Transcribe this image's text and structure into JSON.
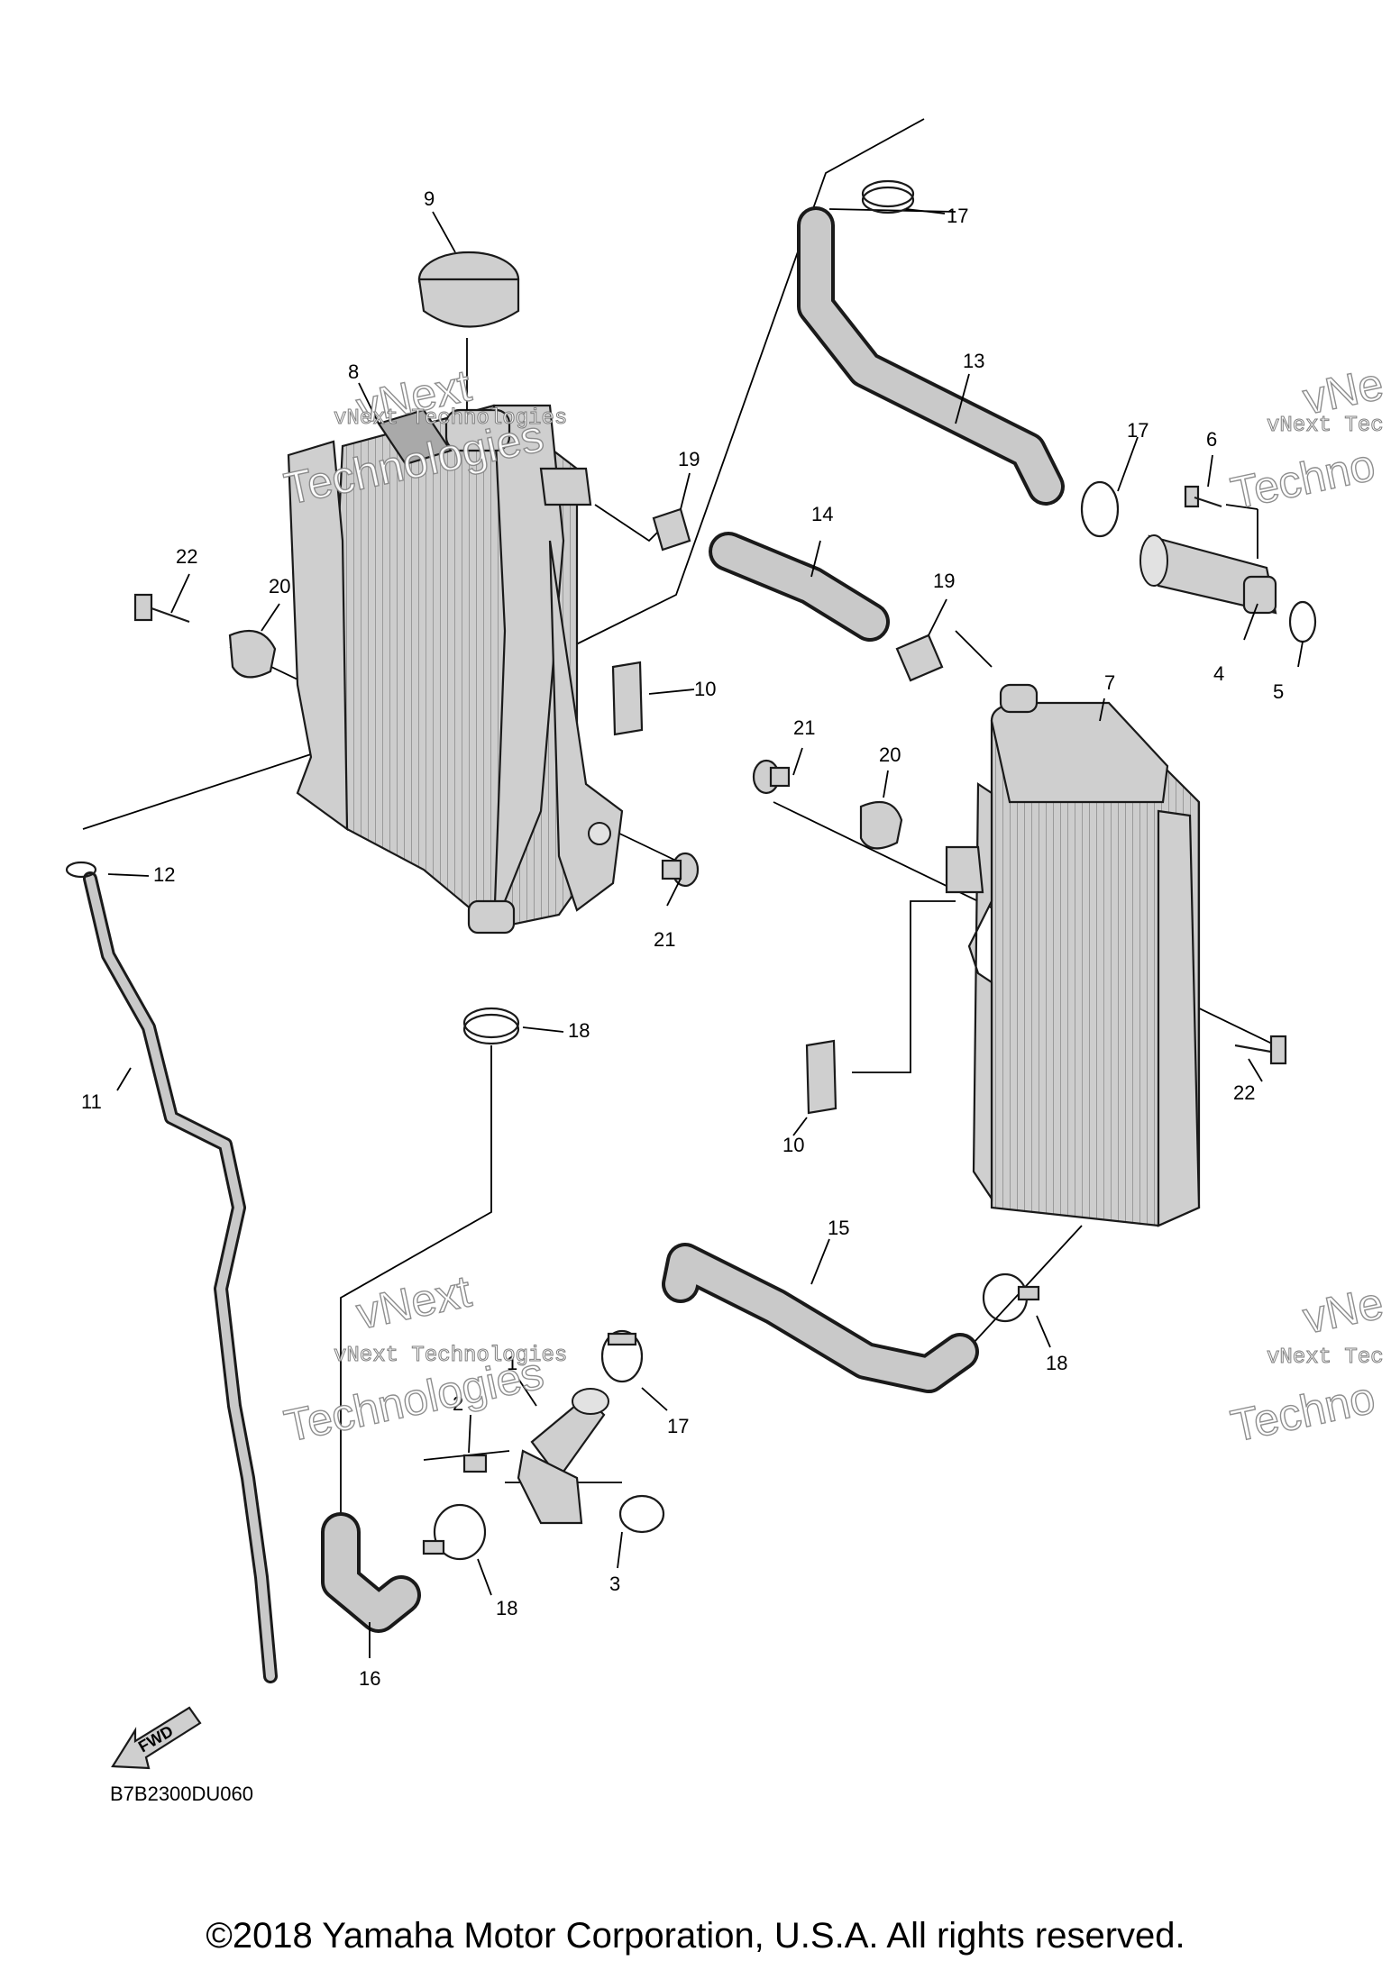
{
  "callouts": {
    "c1": "1",
    "c2": "2",
    "c3": "3",
    "c4": "4",
    "c5": "5",
    "c6": "6",
    "c7": "7",
    "c8": "8",
    "c9": "9",
    "c10a": "10",
    "c10b": "10",
    "c11": "11",
    "c12": "12",
    "c13": "13",
    "c14": "14",
    "c15": "15",
    "c16": "16",
    "c17a": "17",
    "c17b": "17",
    "c17c": "17",
    "c18a": "18",
    "c18b": "18",
    "c18c": "18",
    "c19a": "19",
    "c19b": "19",
    "c20a": "20",
    "c20b": "20",
    "c21a": "21",
    "c21b": "21",
    "c22a": "22",
    "c22b": "22"
  },
  "watermark": {
    "line1": "vNext Technologies",
    "word1": "vNext",
    "word2": "Technologies",
    "partial_line1": "vNext Tec",
    "partial_word1": "vNe",
    "partial_word2": "Techno"
  },
  "fwd_label": "FWD",
  "diagram_code": "B7B2300DU060",
  "copyright": "©2018 Yamaha Motor Corporation, U.S.A. All rights reserved.",
  "colors": {
    "part_fill": "#cfcfcf",
    "outline": "#1a1a1a",
    "background": "#ffffff"
  }
}
